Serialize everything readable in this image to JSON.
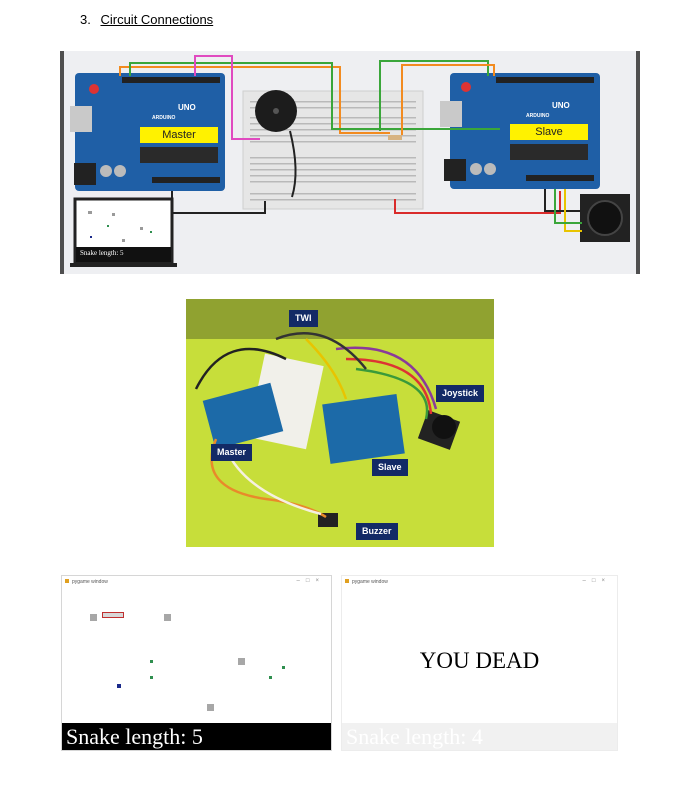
{
  "section": {
    "number": "3.",
    "title": "Circuit Connections"
  },
  "circuit": {
    "master_label": "Master",
    "slave_label": "Slave",
    "board_model": "UNO",
    "board_brand": "ARDUINO",
    "laptop_status": "Snake length: 5"
  },
  "photo": {
    "callouts": {
      "twi": "TWI",
      "joystick": "Joystick",
      "master": "Master",
      "slave": "Slave",
      "buzzer": "Buzzer"
    }
  },
  "game_left": {
    "window_title": "pygame window",
    "status": "Snake length: 5"
  },
  "game_right": {
    "window_title": "pygame window",
    "message": "YOU DEAD",
    "status": "Snake length: 4"
  },
  "colors": {
    "arduino_blue": "#1f5fa6",
    "label_yellow": "#fff200",
    "callout_navy": "#132a66",
    "pad_green": "#c7de3a"
  }
}
